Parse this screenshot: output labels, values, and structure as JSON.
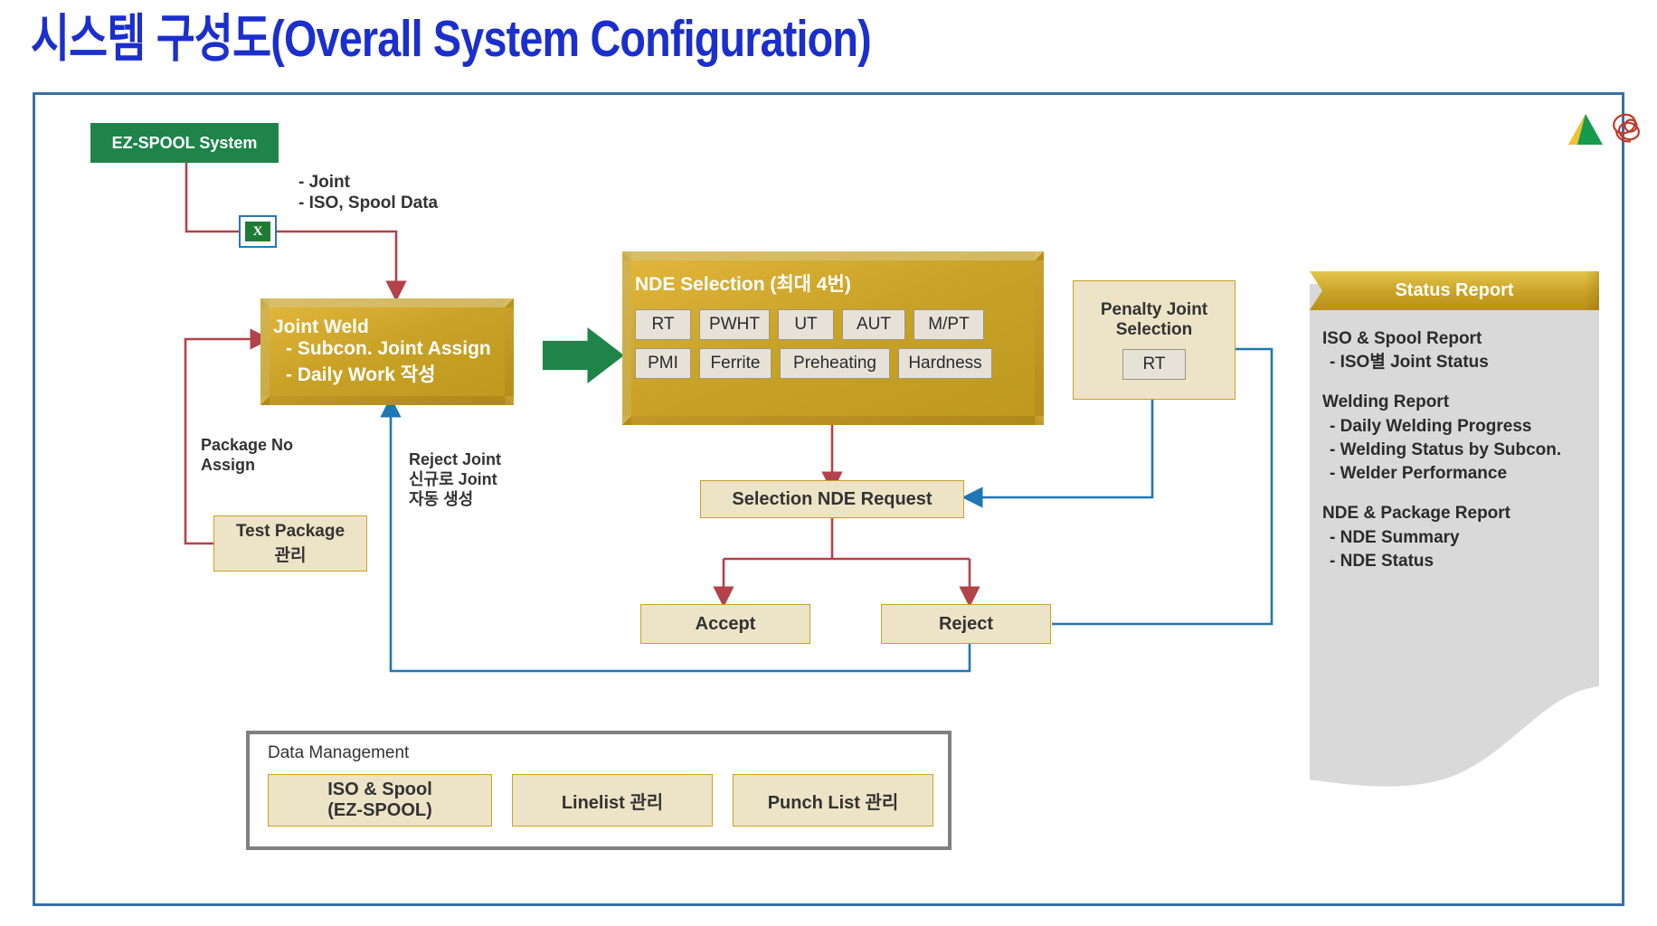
{
  "title": "시스템 구성도(Overall System Configuration)",
  "logos": {
    "triangle": "triangle-logo",
    "swirl": "swirl-logo"
  },
  "nodes": {
    "ez_spool": "EZ-SPOOL System",
    "excel_icon": "excel-file-icon",
    "joint_weld": {
      "heading": "Joint Weld",
      "lines": [
        "- Subcon. Joint Assign",
        "- Daily Work 작성"
      ]
    },
    "nde_selection": {
      "heading": "NDE Selection (최대 4번)",
      "row1": [
        "RT",
        "PWHT",
        "UT",
        "AUT",
        "M/PT"
      ],
      "row2": [
        "PMI",
        "Ferrite",
        "Preheating",
        "Hardness"
      ]
    },
    "penalty": {
      "line1": "Penalty Joint",
      "line2": "Selection",
      "tag": "RT"
    },
    "selection_request": "Selection NDE Request",
    "accept": "Accept",
    "reject": "Reject",
    "test_package": {
      "line1": "Test Package",
      "line2": "관리"
    }
  },
  "edge_labels": {
    "data_feed": "- Joint\n- ISO, Spool Data",
    "package_no": "Package No\nAssign",
    "reject_joint": "Reject Joint\n신규로 Joint\n자동 생성"
  },
  "status_report": {
    "header": "Status Report",
    "groups": [
      {
        "title": "ISO & Spool Report",
        "items": [
          "- ISO별 Joint Status"
        ]
      },
      {
        "title": "Welding Report",
        "items": [
          "- Daily Welding Progress",
          "- Welding Status by Subcon.",
          "- Welder Performance"
        ]
      },
      {
        "title": "NDE & Package Report",
        "items": [
          "- NDE Summary",
          "- NDE Status"
        ]
      }
    ]
  },
  "data_management": {
    "title": "Data Management",
    "buttons": [
      {
        "line1": "ISO & Spool",
        "line2": "(EZ-SPOOL)"
      },
      {
        "line1": "Linelist 관리",
        "line2": ""
      },
      {
        "line1": "Punch List 관리",
        "line2": ""
      }
    ]
  },
  "colors": {
    "title_blue": "#1A2FCC",
    "frame_blue": "#3A6EA5",
    "green": "#1E8449",
    "gold": "#C9A227",
    "beige": "#EDE3C6",
    "red_wire": "#B4424A",
    "blue_wire": "#1F77B4",
    "panel_gray": "#D9D9D9"
  }
}
